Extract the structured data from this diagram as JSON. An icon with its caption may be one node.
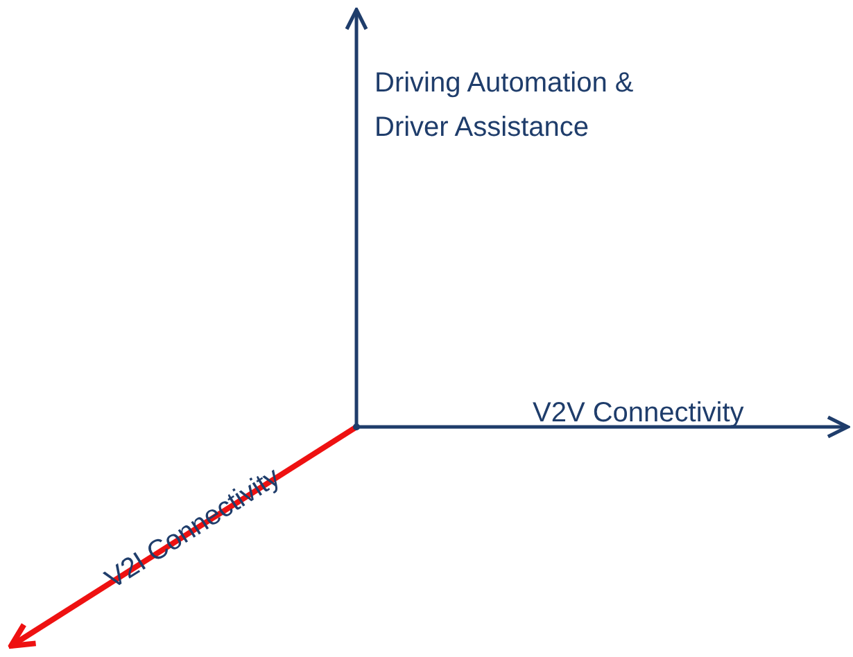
{
  "diagram": {
    "labels": [
      "Driving Automation & Driver Assistance",
      "V2V Connectivity",
      "V2I Connectivity"
    ]
  }
}
